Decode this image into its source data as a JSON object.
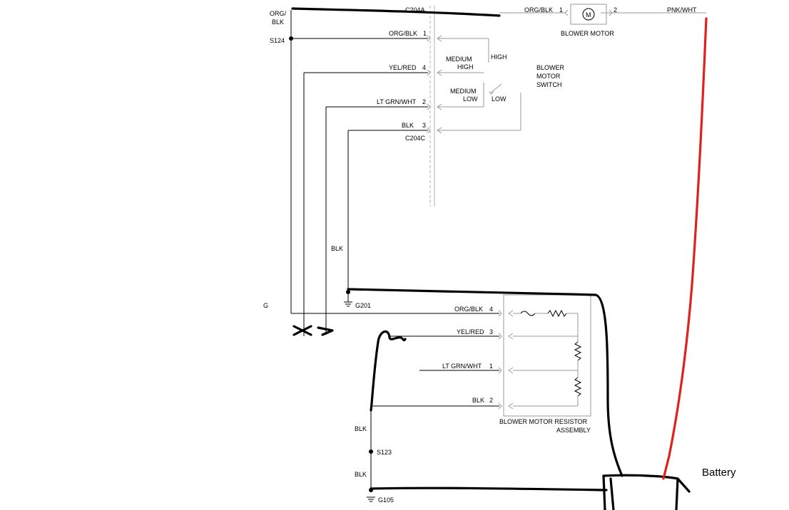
{
  "wires": {
    "org_blk_top": "ORG/",
    "org_blk_top2": "BLK",
    "splice_s124": "S124",
    "org_blk_1": "ORG/BLK",
    "org_blk_1_pin": "1",
    "yel_red_4": "YEL/RED",
    "yel_red_4_pin": "4",
    "lt_grn_wht_2": "LT GRN/WHT",
    "lt_grn_wht_2_pin": "2",
    "blk_3": "BLK",
    "blk_3_pin": "3",
    "blk_vertical": "BLK",
    "ground_g201": "G201",
    "stray_g": "G",
    "connector_c204a": "C204A",
    "connector_c204c": "C204C"
  },
  "blower_motor": {
    "label": "BLOWER MOTOR",
    "pin1_wire": "ORG/BLK",
    "pin1": "1",
    "pin2": "2",
    "pin2_wire": "PNK/WHT",
    "symbol": "M"
  },
  "blower_switch": {
    "title_line1": "BLOWER",
    "title_line2": "MOTOR",
    "title_line3": "SWITCH",
    "high": "HIGH",
    "medium_high_1": "MEDIUM",
    "medium_high_2": "HIGH",
    "medium_low_1": "MEDIUM",
    "medium_low_2": "LOW",
    "low": "LOW"
  },
  "resistor_assembly": {
    "title_line1": "BLOWER MOTOR RESISTOR",
    "title_line2": "ASSEMBLY",
    "pin4_wire": "ORG/BLK",
    "pin4": "4",
    "pin3_wire": "YEL/RED",
    "pin3": "3",
    "pin1_wire": "LT GRN/WHT",
    "pin1": "1",
    "pin2_wire": "BLK",
    "pin2": "2"
  },
  "lower_ground": {
    "blk_upper": "BLK",
    "splice_s123": "S123",
    "blk_lower": "BLK",
    "ground_g105": "G105"
  },
  "annotation": {
    "battery": "Battery"
  }
}
